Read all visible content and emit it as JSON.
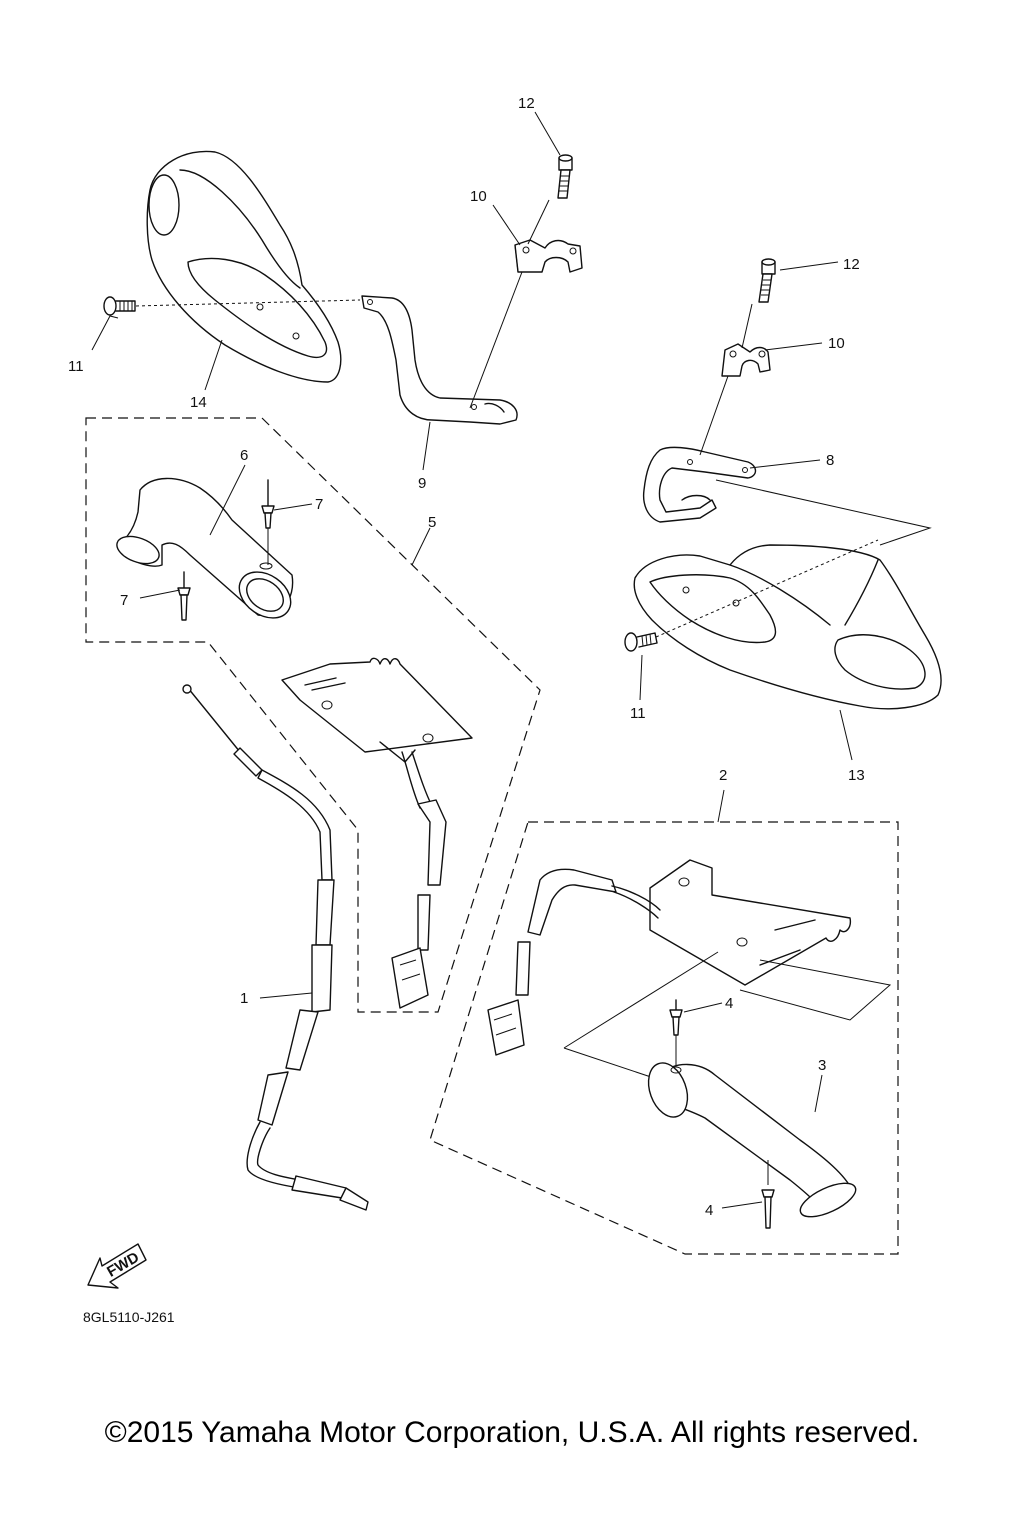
{
  "diagram": {
    "callouts": {
      "c1": "1",
      "c2": "2",
      "c3": "3",
      "c4a": "4",
      "c4b": "4",
      "c5": "5",
      "c6": "6",
      "c7a": "7",
      "c7b": "7",
      "c8": "8",
      "c9": "9",
      "c10a": "10",
      "c10b": "10",
      "c11a": "11",
      "c11b": "11",
      "c12a": "12",
      "c12b": "12",
      "c13": "13",
      "c14": "14"
    },
    "fwd_label": "FWD",
    "drawing_code": "8GL5110-J261"
  },
  "footer": {
    "copyright": "©2015 Yamaha Motor Corporation, U.S.A. All rights reserved."
  }
}
